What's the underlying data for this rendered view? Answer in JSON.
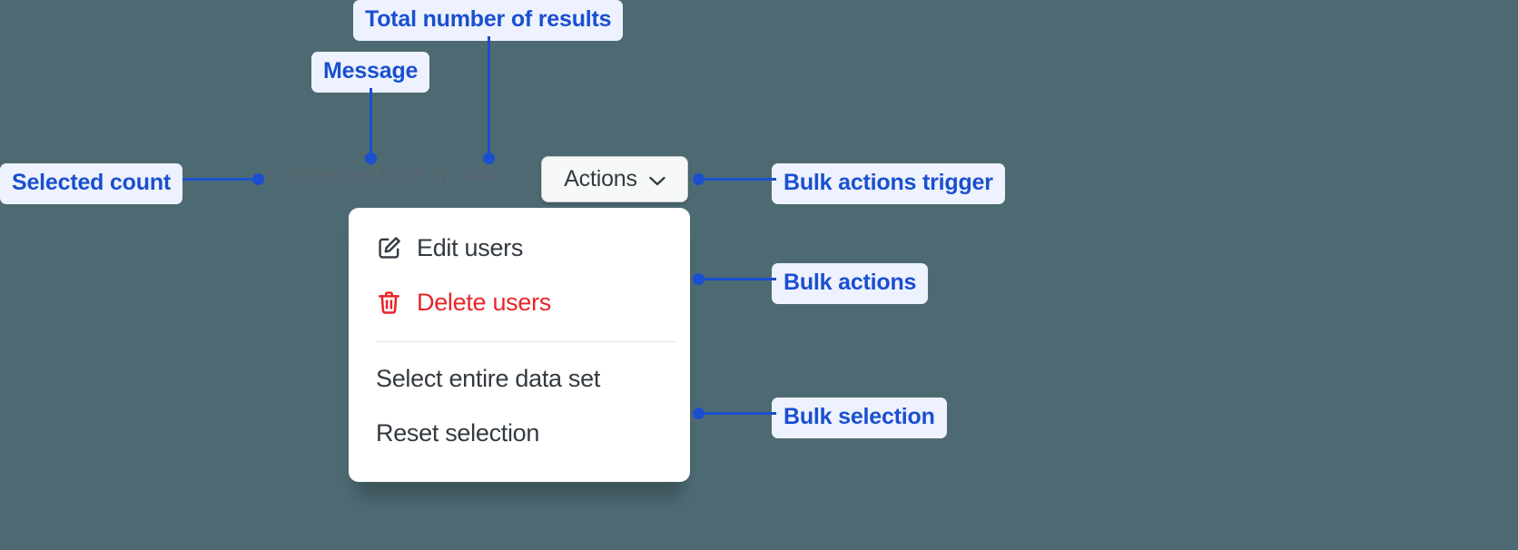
{
  "background_color": "#4d6a73",
  "accent_color": "#1a4fd0",
  "callout_bg_color": "#edf2fe",
  "destructive_color": "#e8252a",
  "selection": {
    "message": "6 selected out of ###",
    "selected_count": "6",
    "total_results": "###"
  },
  "trigger": {
    "label": "Actions",
    "chevron_icon": "chevron-down-icon"
  },
  "dropdown": {
    "bulk_actions": [
      {
        "label": "Edit users",
        "icon": "edit-pencil-icon",
        "destructive": false
      },
      {
        "label": "Delete users",
        "icon": "trash-icon",
        "destructive": true
      }
    ],
    "bulk_selection": [
      {
        "label": "Select entire data set"
      },
      {
        "label": "Reset selection"
      }
    ]
  },
  "annotations": [
    {
      "id": "total-number-of-results",
      "label": "Total number of results"
    },
    {
      "id": "message",
      "label": "Message"
    },
    {
      "id": "selected-count",
      "label": "Selected count"
    },
    {
      "id": "bulk-actions-trigger",
      "label": "Bulk actions trigger"
    },
    {
      "id": "bulk-actions",
      "label": "Bulk actions"
    },
    {
      "id": "bulk-selection",
      "label": "Bulk selection"
    }
  ]
}
